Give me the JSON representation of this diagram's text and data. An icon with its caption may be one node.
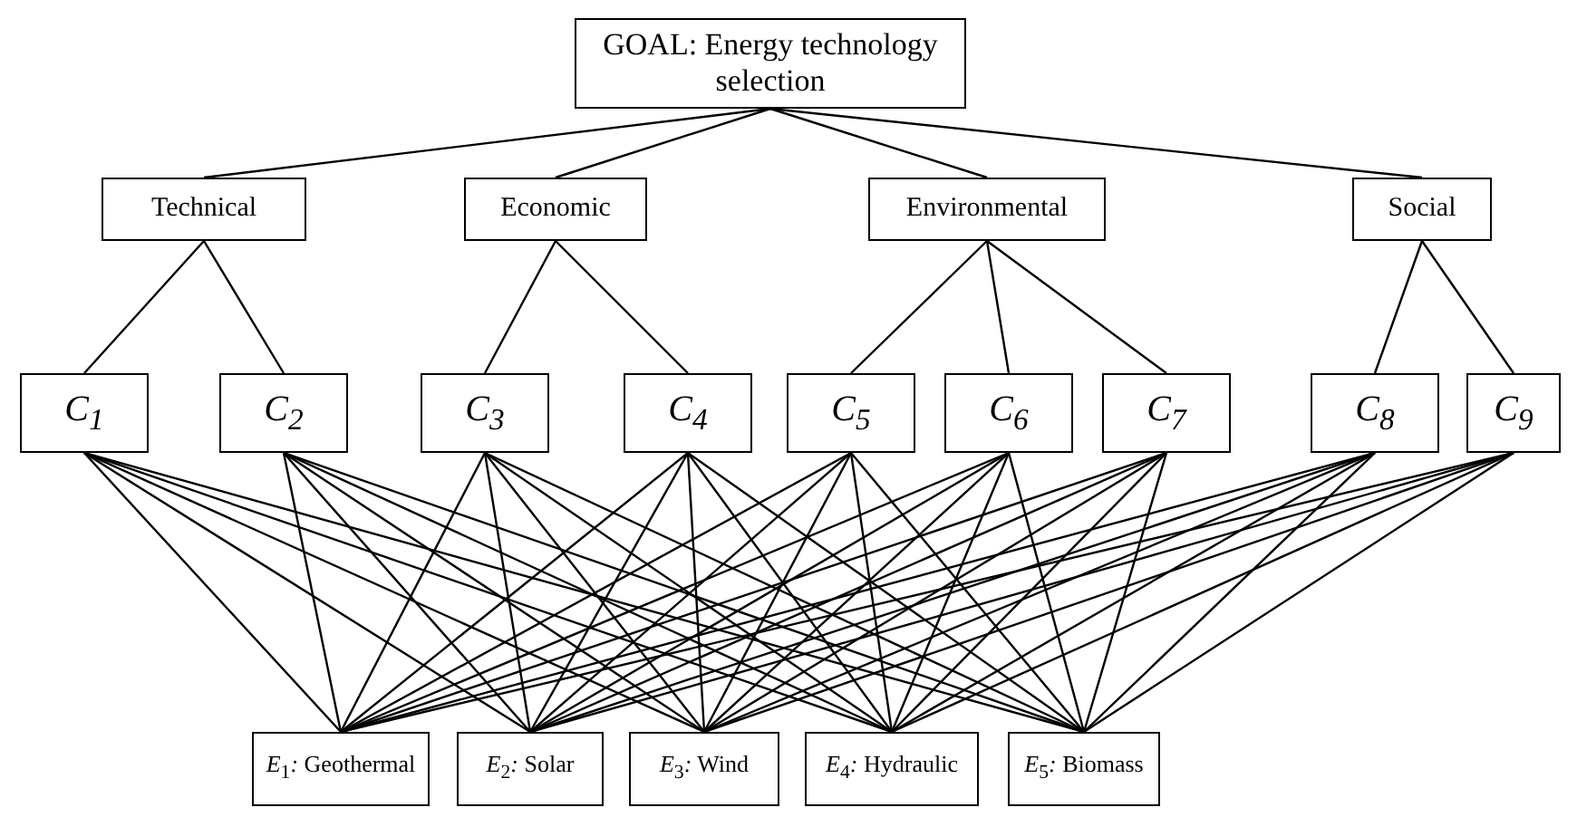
{
  "diagram": {
    "nodes": [
      {
        "text": [
          "GOAL: Energy technology selection"
        ]
      },
      {
        "text": [
          "Technical"
        ]
      },
      {
        "text": [
          "Economic"
        ]
      },
      {
        "text": [
          "Environmental"
        ]
      },
      {
        "text": [
          "Social"
        ]
      },
      {
        "text": [
          "C$_{1}$"
        ]
      },
      {
        "text": [
          "C$_{2}$"
        ]
      },
      {
        "text": [
          "C$_{3}$"
        ]
      },
      {
        "text": [
          "C$_{4}$"
        ]
      },
      {
        "text": [
          "C$_{5}$"
        ]
      },
      {
        "text": [
          "C$_{6}$"
        ]
      },
      {
        "text": [
          "C$_{7}$"
        ]
      },
      {
        "text": [
          "C$_{8}$"
        ]
      },
      {
        "text": [
          "C$_{9}$"
        ]
      },
      {
        "text": [
          "*E*$_{1}$*:* Geothermal"
        ]
      },
      {
        "text": [
          "*E*$_{2}$*:* Solar"
        ]
      },
      {
        "text": [
          "*E*$_{3}$*:* Wind"
        ]
      },
      {
        "text": [
          "*E*$_{4}$*:* Hydraulic"
        ]
      },
      {
        "text": [
          "*E*$_{5}$*:* Biomass"
        ]
      }
    ],
    "edges": [
      {
        "from": 0,
        "to": 1,
        "arrow": "none"
      },
      {
        "from": 0,
        "to": 2,
        "arrow": "none"
      },
      {
        "from": 0,
        "to": 3,
        "arrow": "none"
      },
      {
        "from": 0,
        "to": 4,
        "arrow": "none"
      },
      {
        "from": 1,
        "to": 5,
        "arrow": "none"
      },
      {
        "from": 1,
        "to": 6,
        "arrow": "none"
      },
      {
        "from": 2,
        "to": 7,
        "arrow": "none"
      },
      {
        "from": 2,
        "to": 8,
        "arrow": "none"
      },
      {
        "from": 3,
        "to": 9,
        "arrow": "none"
      },
      {
        "from": 3,
        "to": 10,
        "arrow": "none"
      },
      {
        "from": 3,
        "to": 11,
        "arrow": "none"
      },
      {
        "from": 4,
        "to": 12,
        "arrow": "none"
      },
      {
        "from": 4,
        "to": 13,
        "arrow": "none"
      },
      {
        "from": 5,
        "to": 14,
        "arrow": "none"
      },
      {
        "from": 5,
        "to": 15,
        "arrow": "none"
      },
      {
        "from": 5,
        "to": 16,
        "arrow": "none"
      },
      {
        "from": 5,
        "to": 17,
        "arrow": "none"
      },
      {
        "from": 5,
        "to": 18,
        "arrow": "none"
      },
      {
        "from": 6,
        "to": 14,
        "arrow": "none"
      },
      {
        "from": 6,
        "to": 15,
        "arrow": "none"
      },
      {
        "from": 6,
        "to": 16,
        "arrow": "none"
      },
      {
        "from": 6,
        "to": 17,
        "arrow": "none"
      },
      {
        "from": 6,
        "to": 18,
        "arrow": "none"
      },
      {
        "from": 7,
        "to": 14,
        "arrow": "none"
      },
      {
        "from": 7,
        "to": 15,
        "arrow": "none"
      },
      {
        "from": 7,
        "to": 16,
        "arrow": "none"
      },
      {
        "from": 7,
        "to": 17,
        "arrow": "none"
      },
      {
        "from": 7,
        "to": 18,
        "arrow": "none"
      },
      {
        "from": 8,
        "to": 14,
        "arrow": "none"
      },
      {
        "from": 8,
        "to": 15,
        "arrow": "none"
      },
      {
        "from": 8,
        "to": 16,
        "arrow": "none"
      },
      {
        "from": 8,
        "to": 17,
        "arrow": "none"
      },
      {
        "from": 8,
        "to": 18,
        "arrow": "none"
      },
      {
        "from": 9,
        "to": 14,
        "arrow": "none"
      },
      {
        "from": 9,
        "to": 15,
        "arrow": "none"
      },
      {
        "from": 9,
        "to": 16,
        "arrow": "none"
      },
      {
        "from": 9,
        "to": 17,
        "arrow": "none"
      },
      {
        "from": 9,
        "to": 18,
        "arrow": "none"
      },
      {
        "from": 10,
        "to": 14,
        "arrow": "none"
      },
      {
        "from": 10,
        "to": 15,
        "arrow": "none"
      },
      {
        "from": 10,
        "to": 16,
        "arrow": "none"
      },
      {
        "from": 10,
        "to": 17,
        "arrow": "none"
      },
      {
        "from": 10,
        "to": 18,
        "arrow": "none"
      },
      {
        "from": 11,
        "to": 14,
        "arrow": "none"
      },
      {
        "from": 11,
        "to": 15,
        "arrow": "none"
      },
      {
        "from": 11,
        "to": 16,
        "arrow": "none"
      },
      {
        "from": 11,
        "to": 17,
        "arrow": "none"
      },
      {
        "from": 11,
        "to": 18,
        "arrow": "none"
      },
      {
        "from": 12,
        "to": 14,
        "arrow": "none"
      },
      {
        "from": 12,
        "to": 15,
        "arrow": "none"
      },
      {
        "from": 12,
        "to": 16,
        "arrow": "none"
      },
      {
        "from": 12,
        "to": 17,
        "arrow": "none"
      },
      {
        "from": 12,
        "to": 18,
        "arrow": "none"
      },
      {
        "from": 13,
        "to": 14,
        "arrow": "none"
      },
      {
        "from": 13,
        "to": 15,
        "arrow": "none"
      },
      {
        "from": 13,
        "to": 16,
        "arrow": "none"
      },
      {
        "from": 13,
        "to": 17,
        "arrow": "none"
      },
      {
        "from": 13,
        "to": 18,
        "arrow": "none"
      }
    ]
  }
}
